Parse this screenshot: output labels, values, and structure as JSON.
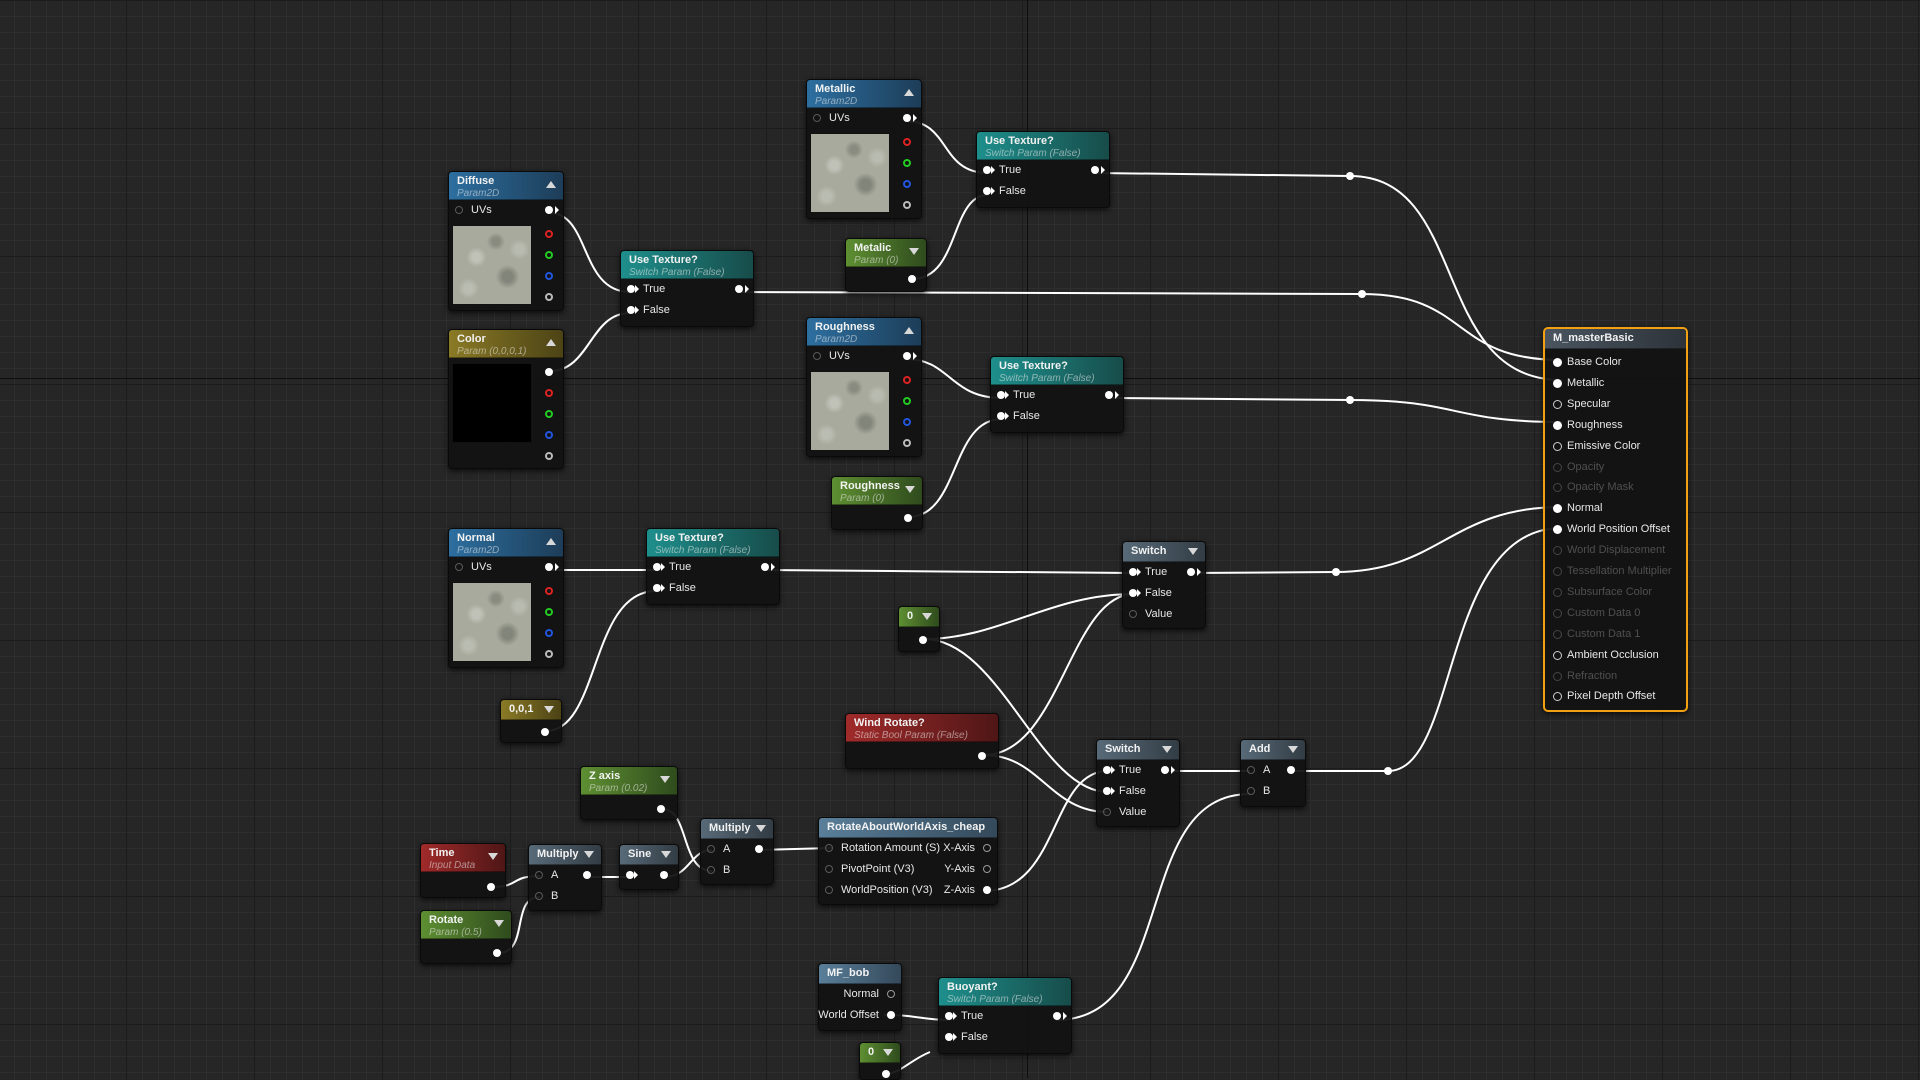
{
  "nodes": {
    "metallic_tex": {
      "title": "Metallic",
      "subtitle": "Param2D",
      "uvs": "UVs"
    },
    "diffuse_tex": {
      "title": "Diffuse",
      "subtitle": "Param2D",
      "uvs": "UVs"
    },
    "roughness_tex": {
      "title": "Roughness",
      "subtitle": "Param2D",
      "uvs": "UVs"
    },
    "normal_tex": {
      "title": "Normal",
      "subtitle": "Param2D",
      "uvs": "UVs"
    },
    "color_param": {
      "title": "Color",
      "subtitle": "Param (0,0,0,1)"
    },
    "use_tex_diffuse": {
      "title": "Use Texture?",
      "subtitle": "Switch Param (False)",
      "true_label": "True",
      "false_label": "False"
    },
    "use_tex_metallic": {
      "title": "Use Texture?",
      "subtitle": "Switch Param (False)",
      "true_label": "True",
      "false_label": "False"
    },
    "use_tex_roughness": {
      "title": "Use Texture?",
      "subtitle": "Switch Param (False)",
      "true_label": "True",
      "false_label": "False"
    },
    "use_tex_normal": {
      "title": "Use Texture?",
      "subtitle": "Switch Param (False)",
      "true_label": "True",
      "false_label": "False"
    },
    "metalic_param": {
      "title": "Metalic",
      "subtitle": "Param (0)"
    },
    "roughness_param": {
      "title": "Roughness",
      "subtitle": "Param (0)"
    },
    "const_001": {
      "title": "0,0,1"
    },
    "switch_top": {
      "title": "Switch",
      "true_label": "True",
      "false_label": "False",
      "value_label": "Value"
    },
    "const_zero_a": {
      "title": "0"
    },
    "wind_rotate": {
      "title": "Wind Rotate?",
      "subtitle": "Static Bool Param (False)"
    },
    "switch_bottom": {
      "title": "Switch",
      "true_label": "True",
      "false_label": "False",
      "value_label": "Value"
    },
    "add_node": {
      "title": "Add",
      "a_label": "A",
      "b_label": "B"
    },
    "z_axis": {
      "title": "Z axis",
      "subtitle": "Param (0.02)"
    },
    "time_node": {
      "title": "Time",
      "subtitle": "Input Data"
    },
    "rotate_param": {
      "title": "Rotate",
      "subtitle": "Param (0.5)"
    },
    "multiply_a": {
      "title": "Multiply",
      "a_label": "A",
      "b_label": "B"
    },
    "sine_node": {
      "title": "Sine"
    },
    "multiply_b": {
      "title": "Multiply",
      "a_label": "A",
      "b_label": "B"
    },
    "rotate_world": {
      "title": "RotateAboutWorldAxis_cheap",
      "in1": "Rotation Amount (S)",
      "in2": "PivotPoint (V3)",
      "in3": "WorldPosition (V3)",
      "out1": "X-Axis",
      "out2": "Y-Axis",
      "out3": "Z-Axis"
    },
    "mf_bob": {
      "title": "MF_bob",
      "out1": "Normal",
      "out2": "World Offset"
    },
    "buoyant": {
      "title": "Buoyant?",
      "subtitle": "Switch Param (False)",
      "true_label": "True",
      "false_label": "False"
    },
    "const_zero_b": {
      "title": "0"
    }
  },
  "material": {
    "title": "M_masterBasic",
    "inputs": [
      {
        "label": "Base Color",
        "state": "connected"
      },
      {
        "label": "Metallic",
        "state": "connected"
      },
      {
        "label": "Specular",
        "state": "open"
      },
      {
        "label": "Roughness",
        "state": "connected"
      },
      {
        "label": "Emissive Color",
        "state": "open"
      },
      {
        "label": "Opacity",
        "state": "disabled"
      },
      {
        "label": "Opacity Mask",
        "state": "disabled"
      },
      {
        "label": "Normal",
        "state": "connected"
      },
      {
        "label": "World Position Offset",
        "state": "connected"
      },
      {
        "label": "World Displacement",
        "state": "disabled"
      },
      {
        "label": "Tessellation Multiplier",
        "state": "disabled"
      },
      {
        "label": "Subsurface Color",
        "state": "disabled"
      },
      {
        "label": "Custom Data 0",
        "state": "disabled"
      },
      {
        "label": "Custom Data 1",
        "state": "disabled"
      },
      {
        "label": "Ambient Occlusion",
        "state": "open"
      },
      {
        "label": "Refraction",
        "state": "disabled"
      },
      {
        "label": "Pixel Depth Offset",
        "state": "open"
      }
    ]
  },
  "colors": {
    "accent_selected": "#f2a112",
    "wire": "#ffffff",
    "background": "#262626"
  }
}
